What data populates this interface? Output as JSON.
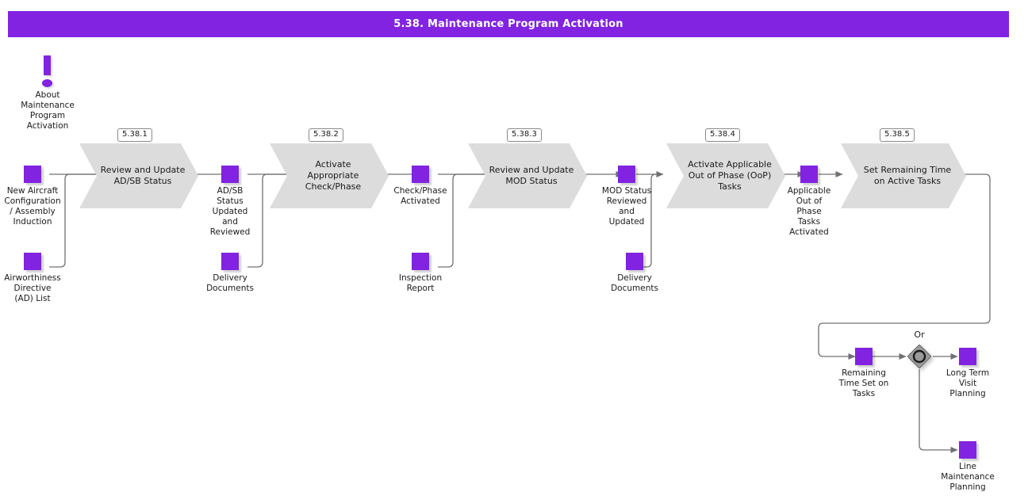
{
  "header": {
    "title": "5.38. Maintenance Program Activation",
    "bar_color": "#8123E0"
  },
  "theme": {
    "accent": "#8123E0",
    "activity_fill": "#DCDCDC",
    "edge_color": "#707070",
    "gateway_fill": "#9A9A9A",
    "text_color": "#1a1a1a"
  },
  "annotation": {
    "icon": "exclamation-icon",
    "label": "About\nMaintenance\nProgram\nActivation"
  },
  "activities": [
    {
      "tag": "5.38.1",
      "label": "Review and\nUpdate AD/SB\nStatus"
    },
    {
      "tag": "5.38.2",
      "label": "Activate\nAppropriate\nCheck/Phase"
    },
    {
      "tag": "5.38.3",
      "label": "Review and\nUpdate MOD\nStatus"
    },
    {
      "tag": "5.38.4",
      "label": "Activate\nApplicable Out\nof Phase (OoP)\nTasks"
    },
    {
      "tag": "5.38.5",
      "label": "Set Remaining\nTime on Active\nTasks"
    }
  ],
  "data_objects": [
    {
      "id": "new-aircraft-configuration",
      "label": "New Aircraft\nConfiguration\n/ Assembly\nInduction"
    },
    {
      "id": "airworthiness-directive-list",
      "label": "Airworthiness\nDirective\n(AD) List"
    },
    {
      "id": "adsb-status-updated",
      "label": "AD/SB\nStatus\nUpdated\nand\nReviewed"
    },
    {
      "id": "delivery-documents-1",
      "label": "Delivery\nDocuments"
    },
    {
      "id": "check-phase-activated",
      "label": "Check/Phase\nActivated"
    },
    {
      "id": "inspection-report",
      "label": "Inspection\nReport"
    },
    {
      "id": "mod-status-reviewed",
      "label": "MOD Status\nReviewed\nand\nUpdated"
    },
    {
      "id": "delivery-documents-2",
      "label": "Delivery\nDocuments"
    },
    {
      "id": "applicable-oop-tasks-activated",
      "label": "Applicable\nOut of\nPhase\nTasks\nActivated"
    },
    {
      "id": "remaining-time-set-on-tasks",
      "label": "Remaining\nTime Set on\nTasks"
    },
    {
      "id": "long-term-visit-planning",
      "label": "Long Term\nVisit\nPlanning"
    },
    {
      "id": "line-maintenance-planning",
      "label": "Line\nMaintenance\nPlanning"
    }
  ],
  "gateway": {
    "type": "inclusive-or",
    "label": "Or"
  }
}
